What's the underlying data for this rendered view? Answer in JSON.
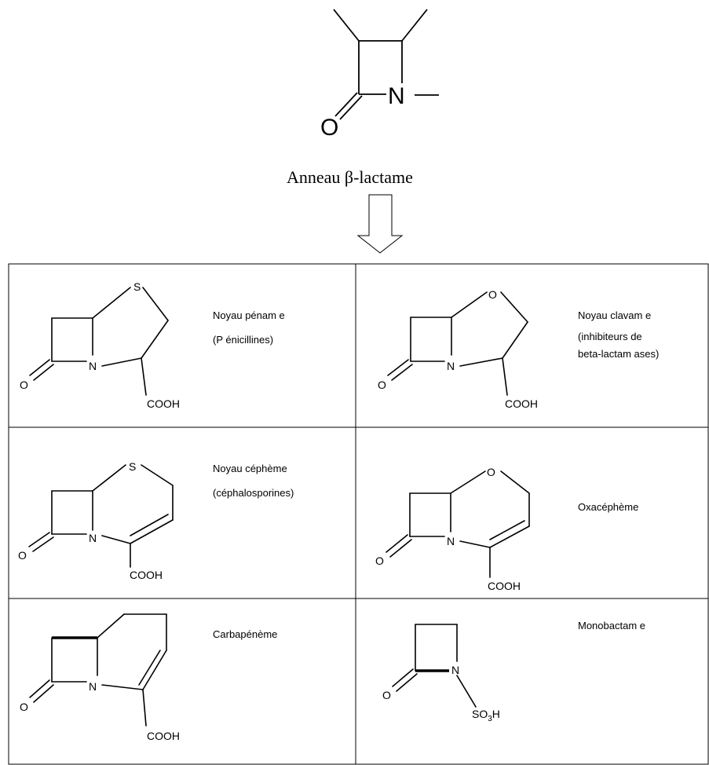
{
  "header": {
    "title": "Anneau β-lactame",
    "ring_atoms": {
      "oxygen": "O",
      "nitrogen": "N"
    }
  },
  "atoms": {
    "O": "O",
    "N": "N",
    "S": "S",
    "COOH": "COOH",
    "SO3H_prefix": "SO",
    "SO3H_sub": "3",
    "SO3H_suffix": "H"
  },
  "cells": [
    {
      "name": "penam",
      "label_lines": [
        "Noyau pénam e",
        "(P énicillines)"
      ]
    },
    {
      "name": "clavam",
      "label_lines": [
        "Noyau clavam e",
        "(inhibiteurs de",
        "beta-lactam ases)"
      ]
    },
    {
      "name": "cephem",
      "label_lines": [
        "Noyau céphème",
        "(céphalosporines)"
      ]
    },
    {
      "name": "oxacephem",
      "label_lines": [
        "Oxacéphème"
      ]
    },
    {
      "name": "carbapenem",
      "label_lines": [
        "Carbapénème"
      ]
    },
    {
      "name": "monobactam",
      "label_lines": [
        "Monobactam e"
      ]
    }
  ]
}
